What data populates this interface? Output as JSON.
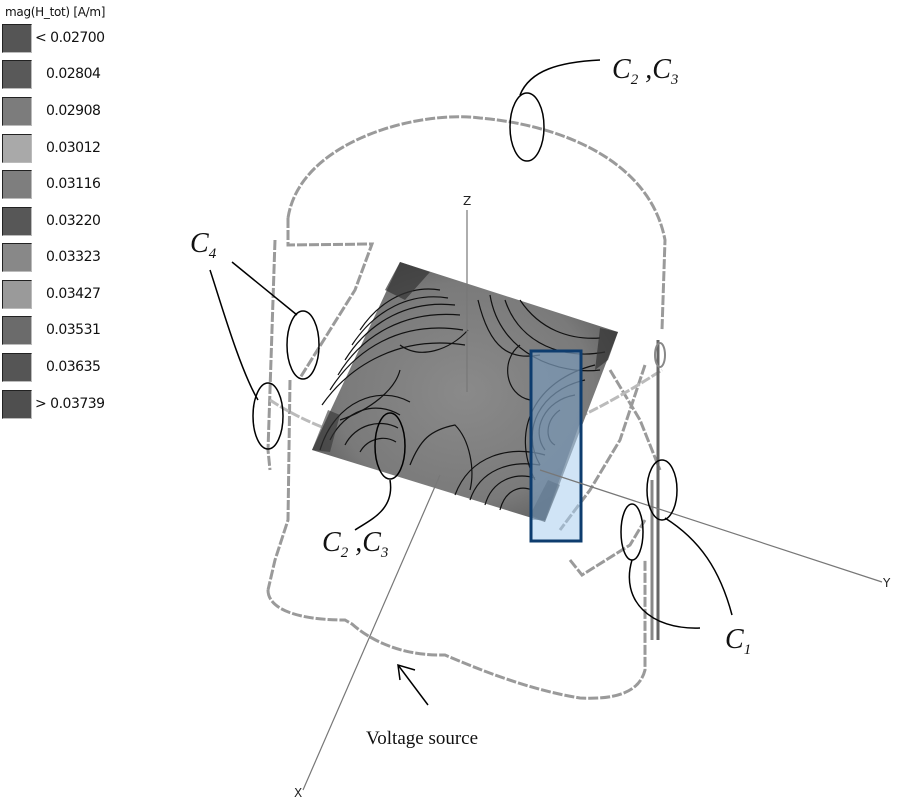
{
  "legend": {
    "title": "mag(H_tot) [A/m]",
    "items": [
      {
        "label": "< 0.02700",
        "color": "#555555"
      },
      {
        "label": "0.02804",
        "color": "#595959"
      },
      {
        "label": "0.02908",
        "color": "#7c7c7c"
      },
      {
        "label": "0.03012",
        "color": "#a9a9a9"
      },
      {
        "label": "0.03116",
        "color": "#7e7e7e"
      },
      {
        "label": "0.03220",
        "color": "#575757"
      },
      {
        "label": "0.03323",
        "color": "#888888"
      },
      {
        "label": "0.03427",
        "color": "#9a9a9a"
      },
      {
        "label": "0.03531",
        "color": "#6b6b6b"
      },
      {
        "label": "0.03635",
        "color": "#555555"
      },
      {
        "label": "> 0.03739",
        "color": "#4f4f4f"
      }
    ]
  },
  "axes": {
    "x": "X",
    "y": "Y",
    "z": "Z"
  },
  "annotations": {
    "c23_top": {
      "c": "C",
      "s1": "2",
      "sep": " ,C",
      "s2": "3"
    },
    "c4": {
      "c": "C",
      "s1": "4"
    },
    "c23_bottom": {
      "c": "C",
      "s1": "2",
      "sep": " ,C",
      "s2": "3"
    },
    "c1": {
      "c": "C",
      "s1": "1"
    },
    "voltage_source": "Voltage source"
  },
  "highlight": {
    "fill": "#a9cdef",
    "stroke": "#0d3c6e"
  }
}
